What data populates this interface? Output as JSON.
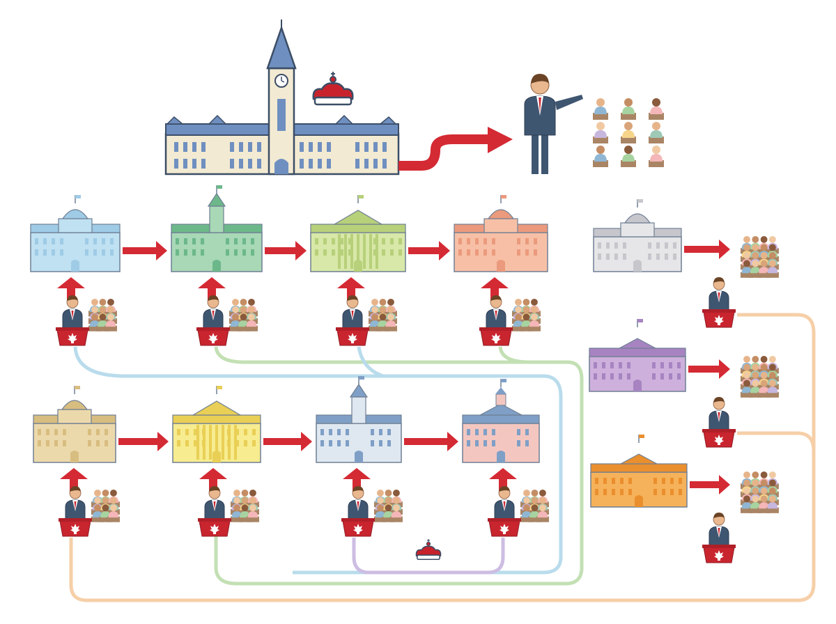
{
  "colors": {
    "arrow": "#d42a34",
    "outline": "#3b4d66",
    "suit": "#3f5671",
    "podium": "#c9252f",
    "federal_building": "#f2ead2",
    "federal_roof": "#6f8fc0",
    "crown": "#c8232c"
  },
  "federal": {
    "building_icon": "parliament-icon",
    "crown_icon": "crown-icon",
    "leader_icon": "presenter-icon",
    "audience_icon": "audience-icon"
  },
  "provinces": [
    {
      "id": "p1",
      "fill": "#bfe1f2",
      "roof": "#9fcbe6",
      "style": "capitol",
      "link": "#b9dcec"
    },
    {
      "id": "p2",
      "fill": "#a8d8b6",
      "roof": "#6cb88a",
      "style": "tower",
      "link": "#c3e0b4"
    },
    {
      "id": "p3",
      "fill": "#d8e8a8",
      "roof": "#b7d07a",
      "style": "columns",
      "link": "#b9dcec"
    },
    {
      "id": "p4",
      "fill": "#f7c0a6",
      "roof": "#eb9a7d",
      "style": "dome",
      "link": "#c3e0b4"
    },
    {
      "id": "p5",
      "fill": "#ecd9ab",
      "roof": "#d8bd80",
      "style": "dome",
      "link": "#f6cfa8"
    },
    {
      "id": "p6",
      "fill": "#f7ec8f",
      "roof": "#e9cf55",
      "style": "columns",
      "link": "#c3e0b4"
    },
    {
      "id": "p7",
      "fill": "#dfe8f0",
      "roof": "#7f9fc6",
      "style": "tower",
      "link": "#cdbde3"
    },
    {
      "id": "p8",
      "fill": "#f3c7c0",
      "roof": "#7f9fc6",
      "style": "cupola",
      "link": "#cdbde3"
    }
  ],
  "territories": [
    {
      "id": "t1",
      "fill": "#e6e6e8",
      "roof": "#c6c6cc",
      "style": "capitol"
    },
    {
      "id": "t2",
      "fill": "#cdb0dc",
      "roof": "#a784c1",
      "style": "flat"
    },
    {
      "id": "t3",
      "fill": "#f6b25a",
      "roof": "#ea8f2e",
      "style": "flat"
    }
  ],
  "connector_icon": "crown-icon"
}
